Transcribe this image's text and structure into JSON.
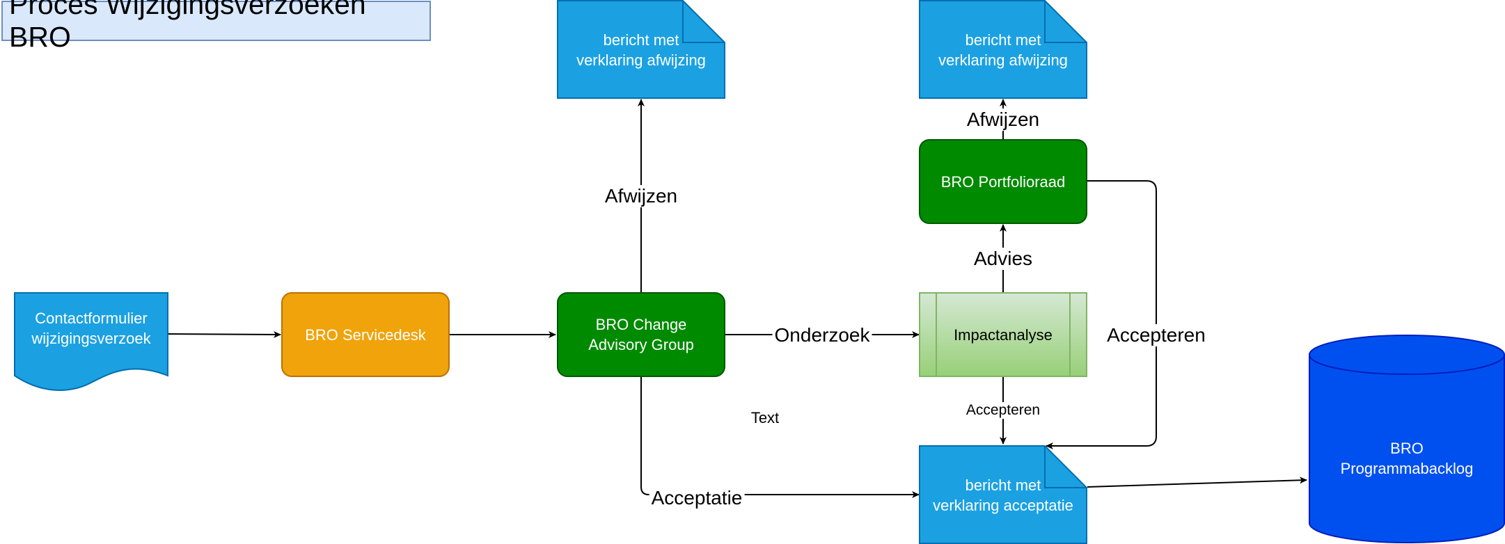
{
  "title": "Proces Wijzigingsverzoeken BRO",
  "nodes": {
    "contactformulier": "Contactformulier wijzigingsverzoek",
    "servicedesk": "BRO Servicedesk",
    "cag": "BRO Change\nAdvisory Group",
    "impactanalyse": "Impactanalyse",
    "portfolioraad": "BRO Portfolioraad",
    "afwijzing_doc_1": "bericht met\nverklaring afwijzing",
    "afwijzing_doc_2": "bericht met\nverklaring afwijzing",
    "acceptatie_doc": "bericht met\nverklaring acceptatie",
    "backlog": "BRO\nProgrammabacklog"
  },
  "edge_labels": {
    "afwijzen_cag": "Afwijzen",
    "onderzoek": "Onderzoek",
    "acceptatie": "Acceptatie",
    "afwijzen_portfolio": "Afwijzen",
    "advies": "Advies",
    "accepteren_impact": "Accepteren",
    "accepteren_portfolio": "Accepteren"
  },
  "free_text": "Text",
  "colors": {
    "doc_blue": "#1ba1e2",
    "doc_blue_border": "#006eaf",
    "servicedesk_orange": "#f0a30a",
    "servicedesk_border": "#bd7000",
    "green": "#008a00",
    "green_border": "#005700",
    "impact_green_top": "#d5e8d4",
    "impact_green_bottom": "#97d077",
    "impact_border": "#82b366",
    "backlog_blue": "#0050ef",
    "backlog_border": "#001dbc",
    "title_fill": "#dae8fc",
    "title_border": "#6c8ebf"
  }
}
